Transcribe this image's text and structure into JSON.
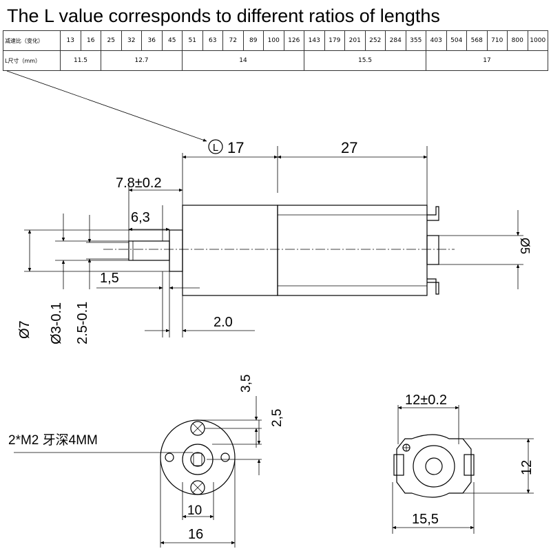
{
  "title": "The L value corresponds to different ratios of lengths",
  "table": {
    "row1_label": "减速比（变化）",
    "ratios": [
      "13",
      "16",
      "25",
      "32",
      "36",
      "45",
      "51",
      "63",
      "72",
      "89",
      "100",
      "126",
      "143",
      "179",
      "201",
      "252",
      "284",
      "355",
      "403",
      "504",
      "568",
      "710",
      "800",
      "1000"
    ],
    "row2_label": "L尺寸（mm）",
    "l_groups": [
      {
        "value": "11.5",
        "span": 2
      },
      {
        "value": "12.7",
        "span": 4
      },
      {
        "value": "14",
        "span": 6
      },
      {
        "value": "15.5",
        "span": 6
      },
      {
        "value": "17",
        "span": 6
      }
    ]
  },
  "side_view": {
    "L_marker": "L",
    "dim_body": "17",
    "dim_motor": "27",
    "dim_shaft_len": "7.8±0.2",
    "dim_shaft_visible": "6,3",
    "dim_boss": "1,5",
    "dim_flange": "2.0",
    "dim_dia_body": "Ø7",
    "dim_dia_shaft": "Ø3-0.1",
    "dim_flat": "2.5-0.1",
    "dim_dia_rear": "Ø5"
  },
  "front_view": {
    "thread_note": "2*M2 牙深4MM",
    "dim_top": "3,5",
    "dim_mid": "2,5",
    "dim_hole_spacing": "10",
    "dim_diameter": "16"
  },
  "rear_view": {
    "dim_width_top": "12±0.2",
    "dim_height": "12",
    "dim_width_bottom": "15,5"
  }
}
